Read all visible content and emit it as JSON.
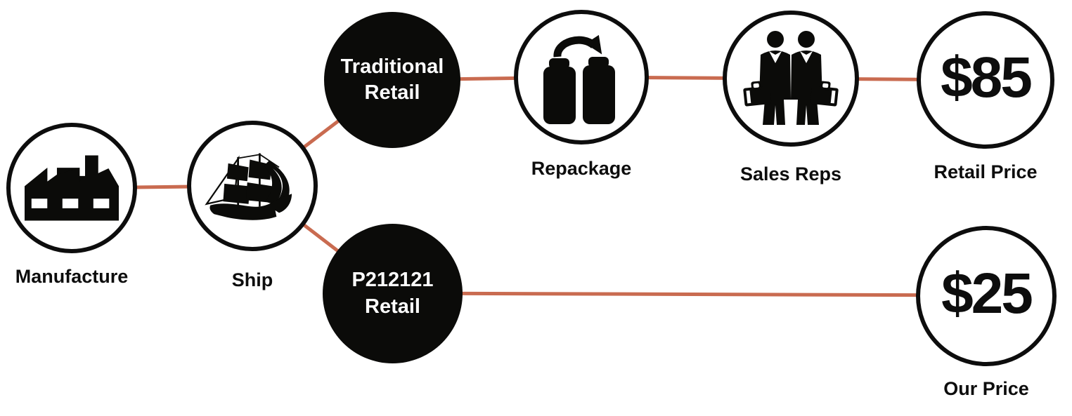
{
  "diagram": {
    "type": "supply-chain-comparison-flow",
    "background_color": "#ffffff",
    "connector_color": "#C96B50",
    "node_black_fill": "#0b0b09",
    "node_border_color": "#0d0d0d",
    "nodes": {
      "manufacture": {
        "label": "Manufacture",
        "icon": "factory-icon"
      },
      "ship": {
        "label": "Ship",
        "icon": "tall-ship-icon"
      },
      "traditional_retail": {
        "line1": "Traditional",
        "line2": "Retail"
      },
      "repackage": {
        "label": "Repackage",
        "icon": "bottles-repackage-icon"
      },
      "sales_reps": {
        "label": "Sales Reps",
        "icon": "sales-reps-icon"
      },
      "retail_price": {
        "value": "$85",
        "label": "Retail Price"
      },
      "p212121_retail": {
        "line1": "P212121",
        "line2": "Retail"
      },
      "our_price": {
        "value": "$25",
        "label": "Our Price"
      }
    },
    "edges": [
      {
        "from": "manufacture",
        "to": "ship"
      },
      {
        "from": "ship",
        "to": "traditional_retail"
      },
      {
        "from": "ship",
        "to": "p212121_retail"
      },
      {
        "from": "traditional_retail",
        "to": "repackage"
      },
      {
        "from": "repackage",
        "to": "sales_reps"
      },
      {
        "from": "sales_reps",
        "to": "retail_price"
      },
      {
        "from": "p212121_retail",
        "to": "our_price"
      }
    ]
  }
}
